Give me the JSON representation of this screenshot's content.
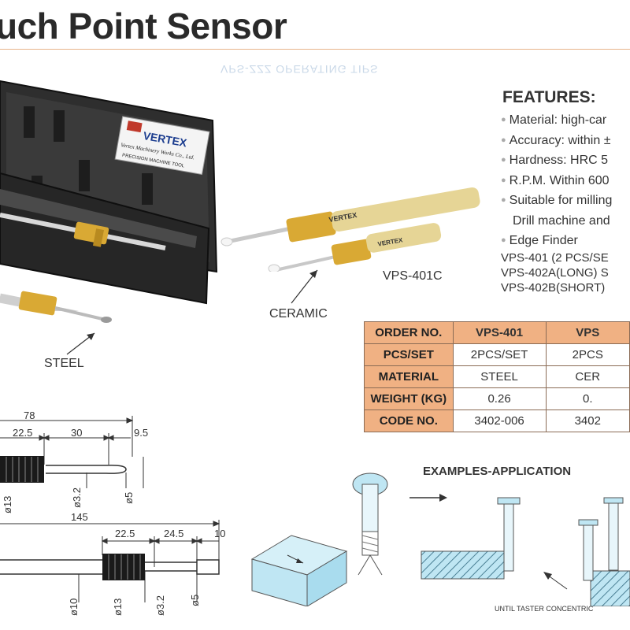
{
  "title": "uch Point Sensor",
  "ghost_text": "VPS-ZZZ OPERATING TIPS",
  "features": {
    "heading": "FEATURES:",
    "items": [
      "Material: high-car",
      "Accuracy: within ±",
      "Hardness: HRC 5",
      "R.P.M. Within 600",
      "Suitable for milling",
      "Drill machine and",
      "Edge Finder"
    ]
  },
  "models": [
    "VPS-401 (2 PCS/SE",
    "VPS-402A(LONG) S",
    "VPS-402B(SHORT)"
  ],
  "brand": {
    "name": "VERTEX",
    "company": "Vertex Machinery Works Co., Ltd.",
    "tagline": "PRECISION MACHINE TOOL",
    "engraving": "VERTEX"
  },
  "captions": {
    "model_c": "VPS-401C",
    "ceramic": "CERAMIC",
    "steel": "STEEL"
  },
  "spec_table": {
    "rows": [
      {
        "header": "ORDER NO.",
        "values": [
          "VPS-401",
          "VPS"
        ]
      },
      {
        "header": "PCS/SET",
        "values": [
          "2PCS/SET",
          "2PCS"
        ]
      },
      {
        "header": "MATERIAL",
        "values": [
          "STEEL",
          "CER"
        ]
      },
      {
        "header": "WEIGHT (KG)",
        "values": [
          "0.26",
          "0."
        ]
      },
      {
        "header": "CODE NO.",
        "values": [
          "3402-006",
          "3402"
        ]
      }
    ]
  },
  "examples_heading": "EXAMPLES-APPLICATION",
  "until_caption": "UNTIL TASTER CONCENTRIC",
  "drawing1": {
    "overall": "78",
    "seg1": "22.5",
    "seg2": "30",
    "seg3": "9.5",
    "dia_body": "ø13",
    "dia_shaft": "ø3.2",
    "dia_tip": "ø5"
  },
  "drawing2": {
    "overall": "145",
    "seg1": "22.5",
    "seg2": "24.5",
    "seg3": "10",
    "dia_shank": "ø10",
    "dia_body": "ø13",
    "dia_shaft": "ø3.2",
    "dia_tip": "ø5"
  },
  "colors": {
    "table_header": "#f0b183",
    "brass": "#d9a934",
    "case": "#2b2b2b",
    "block": "#bfe6f3"
  }
}
